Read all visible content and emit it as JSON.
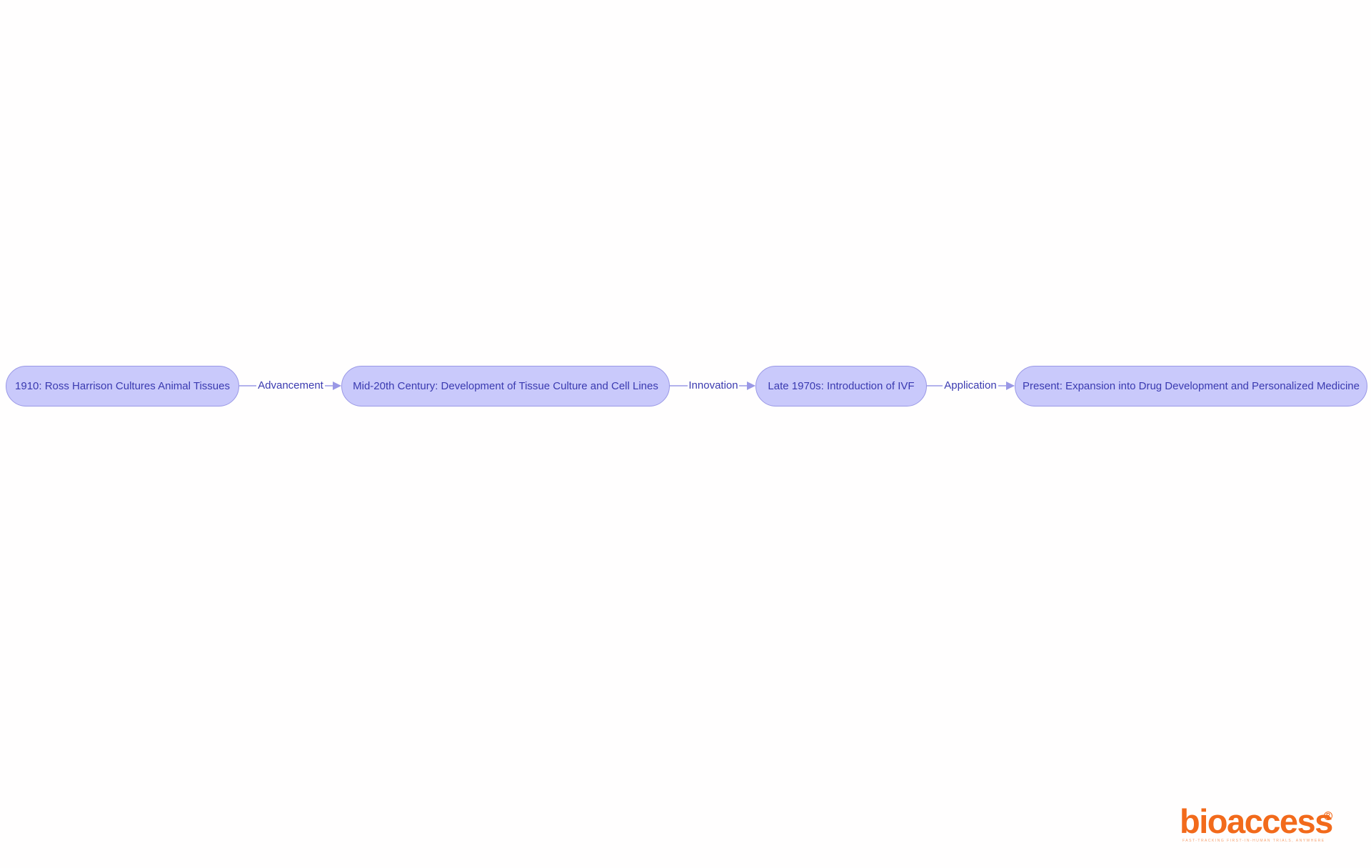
{
  "diagram": {
    "nodes": [
      {
        "id": "n1",
        "label": "1910: Ross Harrison Cultures Animal Tissues"
      },
      {
        "id": "n2",
        "label": "Mid-20th Century: Development of Tissue Culture and Cell Lines"
      },
      {
        "id": "n3",
        "label": "Late 1970s: Introduction of IVF"
      },
      {
        "id": "n4",
        "label": "Present: Expansion into Drug Development and Personalized Medicine"
      }
    ],
    "edges": [
      {
        "from": "n1",
        "to": "n2",
        "label": "Advancement"
      },
      {
        "from": "n2",
        "to": "n3",
        "label": "Innovation"
      },
      {
        "from": "n3",
        "to": "n4",
        "label": "Application"
      }
    ],
    "colors": {
      "node_fill": "#c9c9fb",
      "node_border": "#9a98e6",
      "text": "#3a3ab0",
      "edge": "#9a98e6",
      "background": "#fffefe"
    }
  },
  "logo": {
    "text": "bioaccess",
    "registered_mark": "R",
    "tagline": "FAST-TRACKING FIRST-IN-HUMAN TRIALS, ANYWHERE",
    "color": "#f26a1b"
  }
}
